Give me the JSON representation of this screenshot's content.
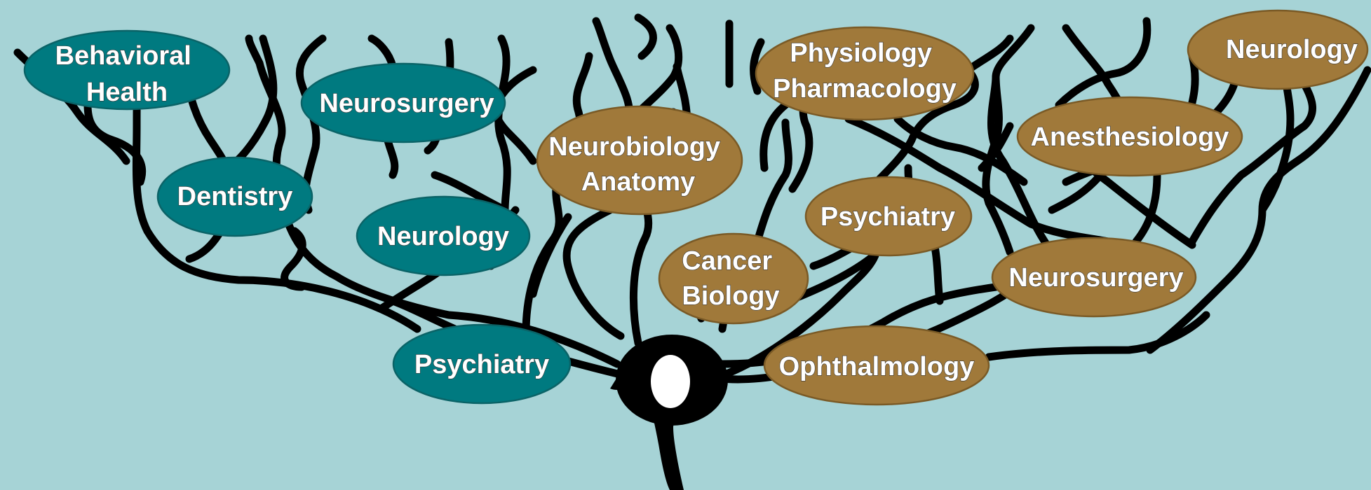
{
  "diagram": {
    "colors": {
      "background": "#a6d3d6",
      "teal_node": "#007a80",
      "gold_node": "#a0793a",
      "dendrite": "#000000",
      "text": "#ffffff"
    },
    "nodes": [
      {
        "id": "behavioral-health",
        "group": "teal",
        "lines": [
          "Behavioral",
          "Health"
        ]
      },
      {
        "id": "dentistry",
        "group": "teal",
        "lines": [
          "Dentistry"
        ]
      },
      {
        "id": "neurosurgery-left",
        "group": "teal",
        "lines": [
          "Neurosurgery"
        ]
      },
      {
        "id": "neurology-left",
        "group": "teal",
        "lines": [
          "Neurology"
        ]
      },
      {
        "id": "psychiatry-left",
        "group": "teal",
        "lines": [
          "Psychiatry"
        ]
      },
      {
        "id": "neurobiology-anatomy",
        "group": "gold",
        "lines": [
          "Neurobiology",
          "Anatomy"
        ]
      },
      {
        "id": "cancer-biology",
        "group": "gold",
        "lines": [
          "Cancer",
          "Biology"
        ]
      },
      {
        "id": "physiology-pharmacology",
        "group": "gold",
        "lines": [
          "Physiology",
          "Pharmacology"
        ]
      },
      {
        "id": "psychiatry-right",
        "group": "gold",
        "lines": [
          "Psychiatry"
        ]
      },
      {
        "id": "ophthalmology",
        "group": "gold",
        "lines": [
          "Ophthalmology"
        ]
      },
      {
        "id": "neurology-right",
        "group": "gold",
        "lines": [
          "Neurology"
        ]
      },
      {
        "id": "anesthesiology",
        "group": "gold",
        "lines": [
          "Anesthesiology"
        ]
      },
      {
        "id": "neurosurgery-right",
        "group": "gold",
        "lines": [
          "Neurosurgery"
        ]
      }
    ]
  }
}
